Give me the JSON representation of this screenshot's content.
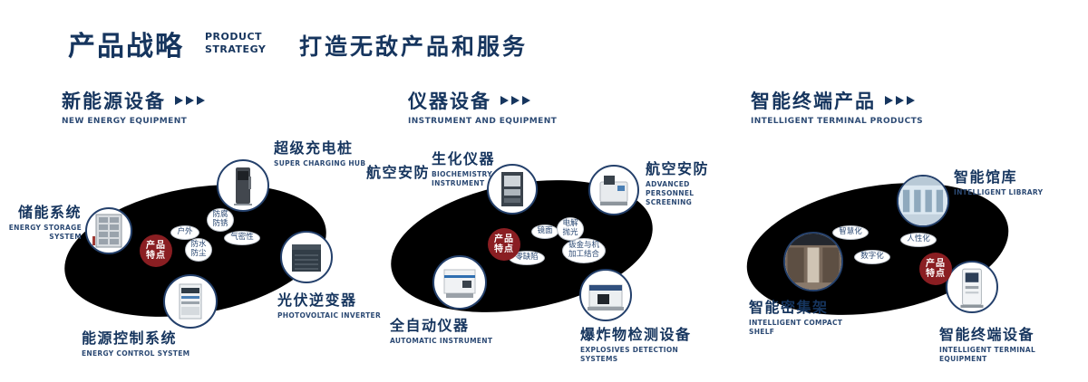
{
  "header": {
    "title": "产品战略",
    "subtitle_line1": "PRODUCT",
    "subtitle_line2": "STRATEGY",
    "tagline": "打造无敌产品和服务"
  },
  "colors": {
    "navy": "#16355e",
    "badge_red": "#8a1e22"
  },
  "sections": [
    {
      "title": "新能源设备",
      "subtitle": "NEW ENERGY EQUIPMENT",
      "badge": {
        "line1": "产品",
        "line2": "特点"
      },
      "tags": [
        {
          "label": "户外"
        },
        {
          "label": "防腐防锈"
        },
        {
          "label": "气密性"
        },
        {
          "label": "防水防尘"
        }
      ],
      "products": [
        {
          "name": "储能系统",
          "en": "ENERGY STORAGE SYSTEM"
        },
        {
          "name": "超级充电桩",
          "en": "SUPER CHARGING HUB"
        },
        {
          "name": "光伏逆变器",
          "en": "PHOTOVOLTAIC INVERTER"
        },
        {
          "name": "能源控制系统",
          "en": "ENERGY CONTROL SYSTEM"
        }
      ]
    },
    {
      "title": "仪器设备",
      "subtitle": "INSTRUMENT AND EQUIPMENT",
      "badge": {
        "line1": "产品",
        "line2": "特点"
      },
      "extra_label": "航空安防",
      "tags": [
        {
          "label": "镜面"
        },
        {
          "label": "电解抛光"
        },
        {
          "label": "零缺陷"
        },
        {
          "label": "钣金与机加工结合"
        }
      ],
      "products": [
        {
          "name": "生化仪器",
          "en": "BIOCHEMISTRY INSTRUMENT"
        },
        {
          "name": "航空安防",
          "en": "ADVANCED PERSONNEL SCREENING"
        },
        {
          "name": "全自动仪器",
          "en": "AUTOMATIC INSTRUMENT"
        },
        {
          "name": "爆炸物检测设备",
          "en": "EXPLOSIVES DETECTION SYSTEMS"
        }
      ]
    },
    {
      "title": "智能终端产品",
      "subtitle": "INTELLIGENT TERMINAL PRODUCTS",
      "badge": {
        "line1": "产品",
        "line2": "特点"
      },
      "tags": [
        {
          "label": "智慧化"
        },
        {
          "label": "人性化"
        },
        {
          "label": "数字化"
        }
      ],
      "products": [
        {
          "name": "智能馆库",
          "en": "INTELLIGENT LIBRARY"
        },
        {
          "name": "智能密集架",
          "en": "INTELLIGENT COMPACT SHELF"
        },
        {
          "name": "智能终端设备",
          "en": "INTELLIGENT TERMINAL EQUIPMENT"
        }
      ]
    }
  ]
}
